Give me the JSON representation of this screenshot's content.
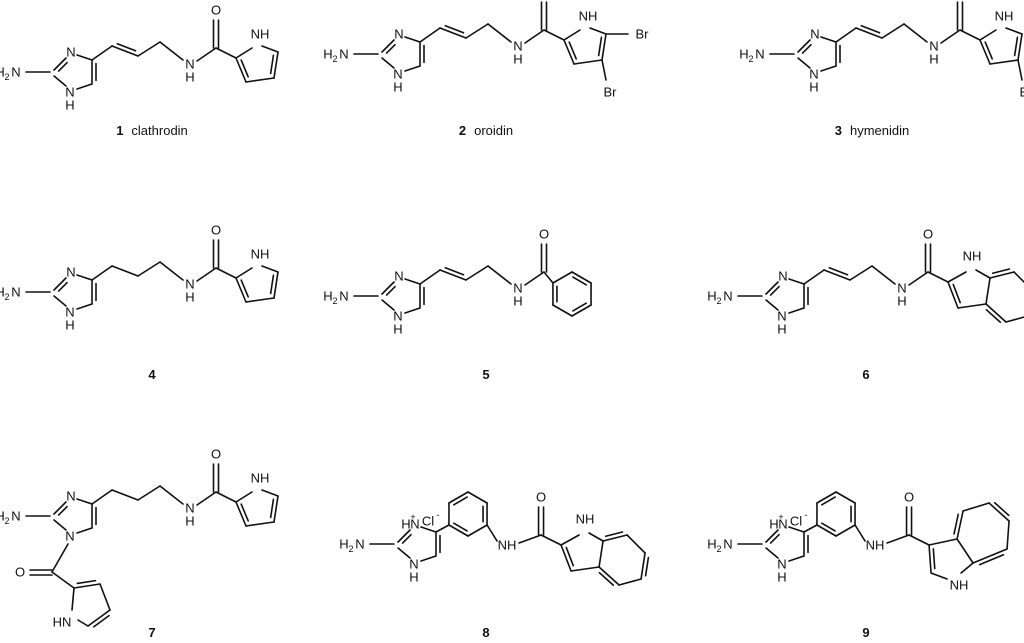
{
  "compounds": [
    {
      "number": "1",
      "name": "clathrodin"
    },
    {
      "number": "2",
      "name": "oroidin"
    },
    {
      "number": "3",
      "name": "hymenidin"
    },
    {
      "number": "4",
      "name": ""
    },
    {
      "number": "5",
      "name": ""
    },
    {
      "number": "6",
      "name": ""
    },
    {
      "number": "7",
      "name": ""
    },
    {
      "number": "8",
      "name": ""
    },
    {
      "number": "9",
      "name": ""
    }
  ],
  "atoms": {
    "h2n": "H",
    "h2n_sub": "2",
    "h2n_n": "N",
    "n": "N",
    "nh": "NH",
    "hn": "HN",
    "h": "H",
    "o": "O",
    "br": "Br",
    "cl": "Cl",
    "plus": "+",
    "minus": "-"
  }
}
